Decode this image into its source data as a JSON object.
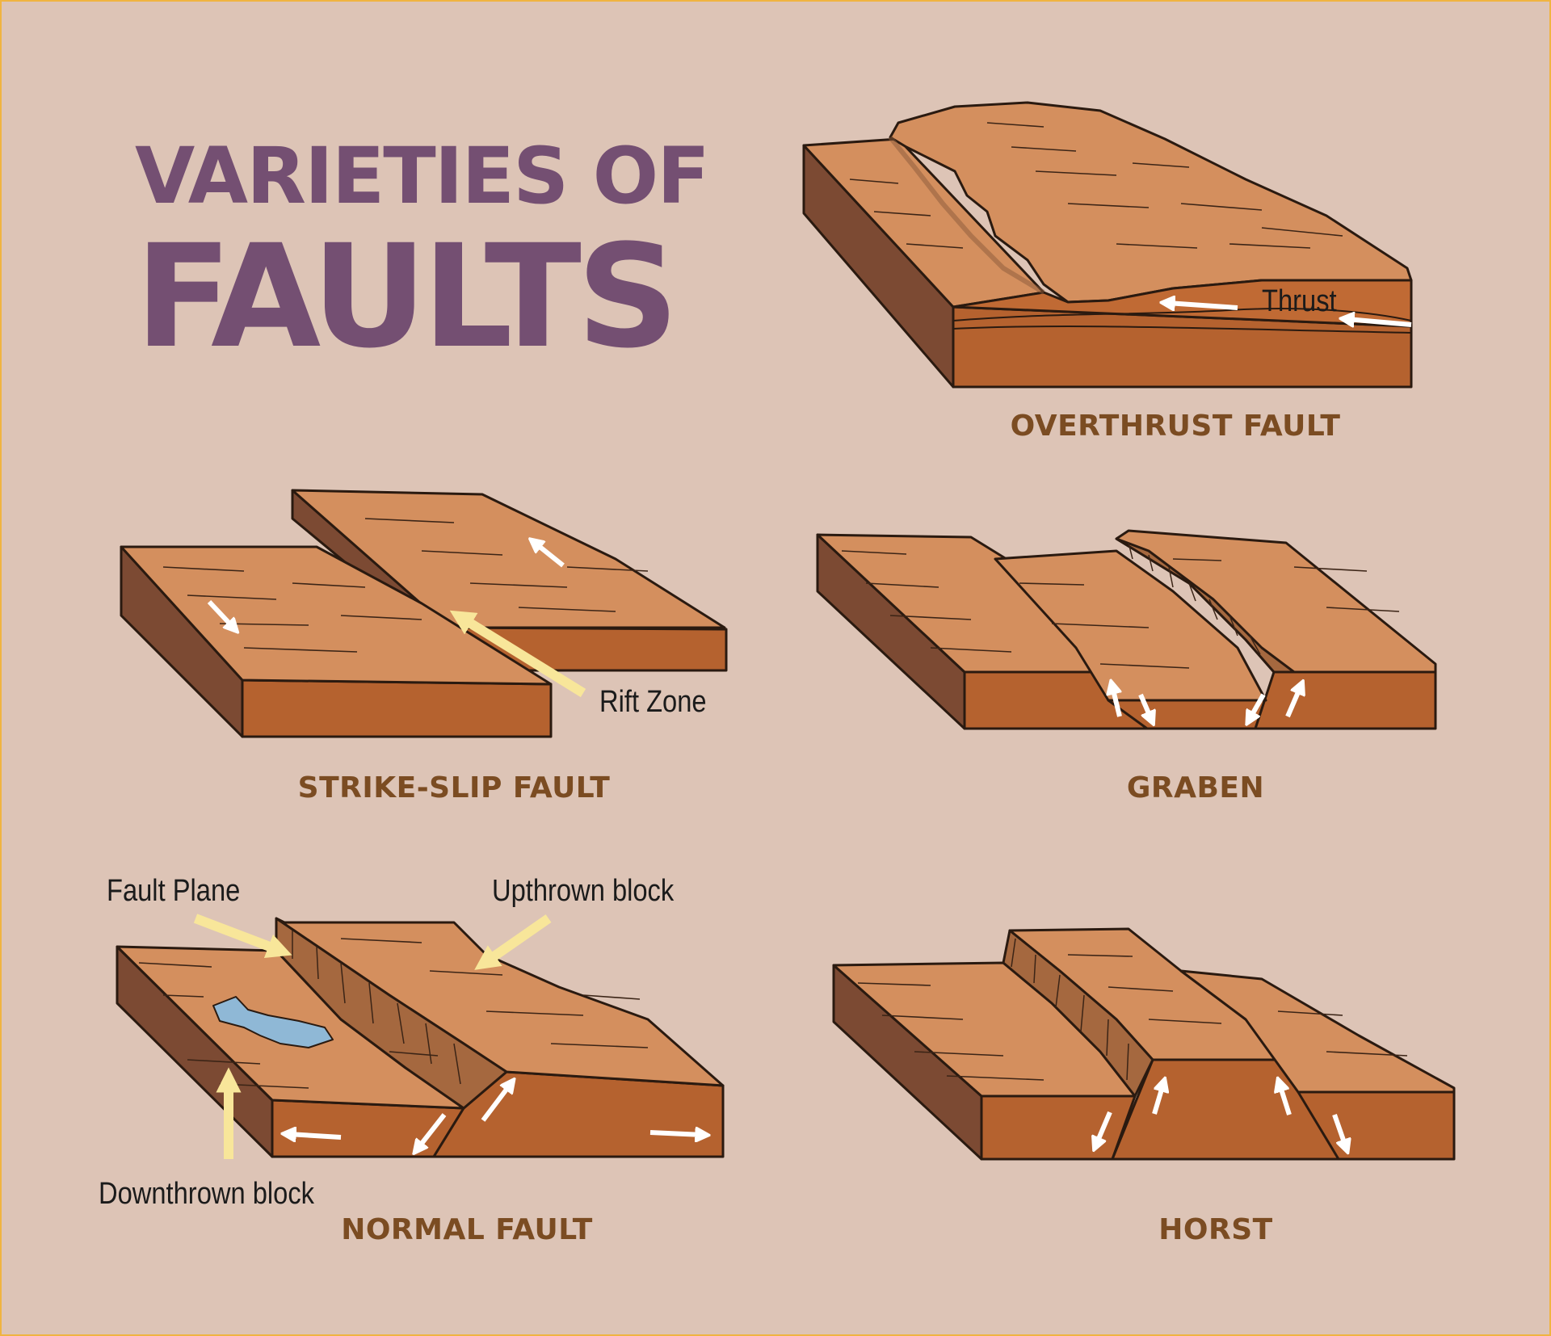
{
  "title": {
    "line1": "VARIETIES OF",
    "line2": "FAULTS"
  },
  "colors": {
    "background": "#ddc4b6",
    "border": "#f0b441",
    "title": "#744f72",
    "caption": "#7b4c22",
    "top_surface": "#d48f5e",
    "front_face": "#b5622f",
    "side_face": "#7c4a33",
    "pointer_arrow": "#f8e69a",
    "water": "#8fb8d6"
  },
  "diagrams": {
    "overthrust": {
      "caption": "OVERTHRUST FAULT",
      "labels": {
        "thrust": "Thrust"
      }
    },
    "strike_slip": {
      "caption": "STRIKE-SLIP FAULT",
      "labels": {
        "rift_zone": "Rift Zone"
      }
    },
    "graben": {
      "caption": "GRABEN"
    },
    "normal": {
      "caption": "NORMAL FAULT",
      "labels": {
        "fault_plane": "Fault Plane",
        "upthrown": "Upthrown block",
        "downthrown": "Downthrown block"
      }
    },
    "horst": {
      "caption": "HORST"
    }
  }
}
